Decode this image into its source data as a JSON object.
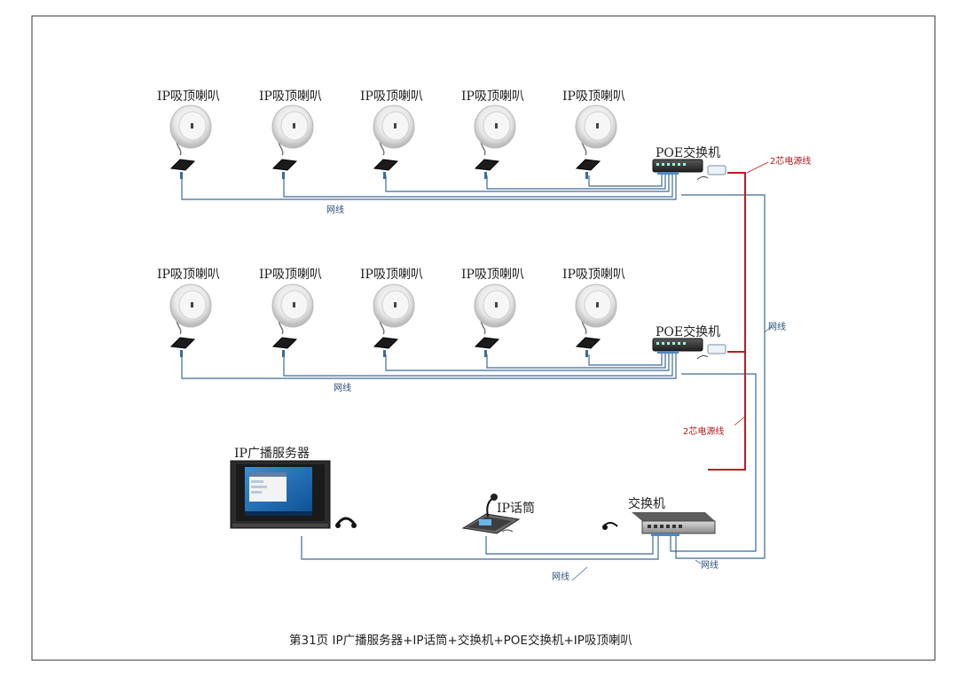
{
  "labels": {
    "speaker": "IP吸顶喇叭",
    "poe_switch": "POE交换机",
    "network_cable": "网线",
    "power_cable": "2芯电源线",
    "server": "IP广播服务器",
    "microphone": "IP话筒",
    "switch": "交换机"
  },
  "caption": "第31页  IP广播服务器+IP话筒+交换机+POE交换机+IP吸顶喇叭",
  "colors": {
    "network": "#3d6b96",
    "power": "#c41a1f",
    "frame": "#333333"
  },
  "icons": {
    "speaker": "ceiling-speaker-icon",
    "poe_injector": "poe-adapter-icon",
    "switch": "network-switch-icon",
    "server": "broadcast-server-icon",
    "microphone": "paging-microphone-icon",
    "power_adapter": "power-adapter-icon"
  }
}
